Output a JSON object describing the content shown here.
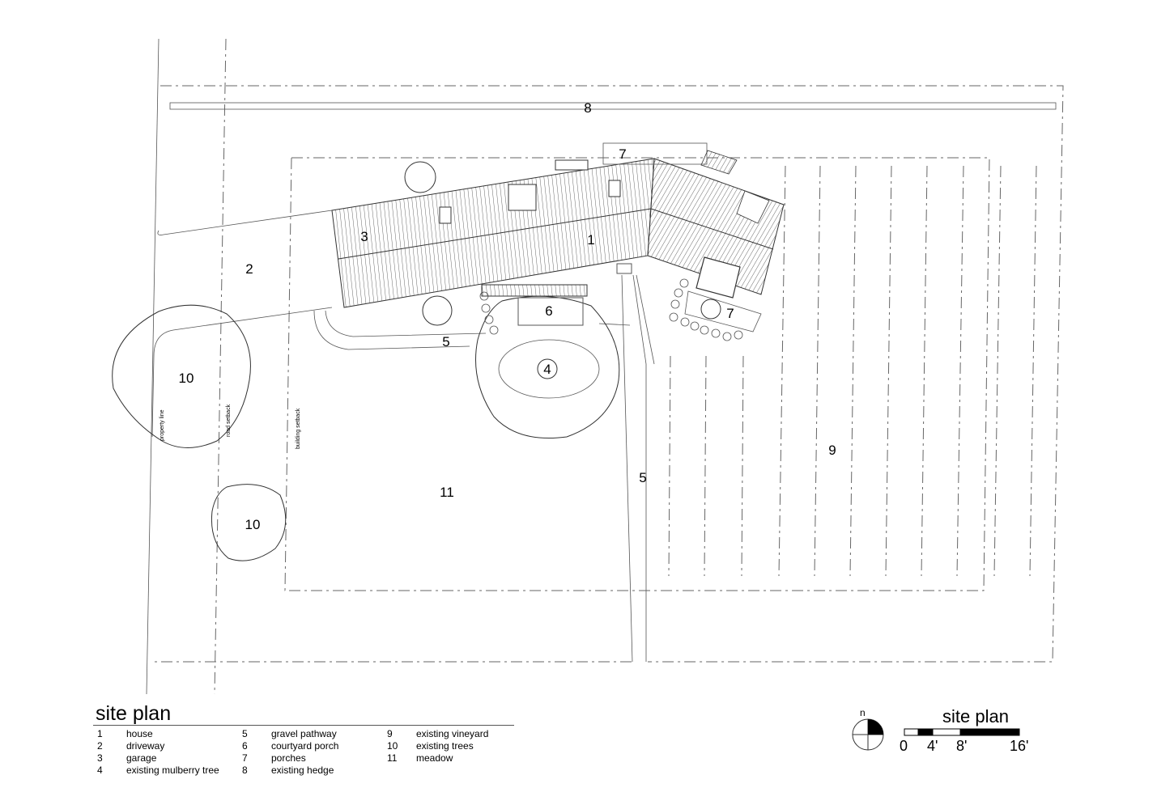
{
  "plan_labels": {
    "house": "1",
    "driveway": "2",
    "garage": "3",
    "mulberry_tree": "4",
    "pathway_a": "5",
    "pathway_b": "5",
    "courtyard_porch": "6",
    "porch_a": "7",
    "porch_b": "7",
    "hedge": "8",
    "vineyard": "9",
    "tree_a": "10",
    "tree_b": "10",
    "meadow": "11"
  },
  "line_labels": {
    "property_line": "property line",
    "road_setback": "road setback",
    "building_setback": "building setback"
  },
  "legend": {
    "title": "site plan",
    "items": [
      {
        "num": "1",
        "label": "house"
      },
      {
        "num": "2",
        "label": "driveway"
      },
      {
        "num": "3",
        "label": "garage"
      },
      {
        "num": "4",
        "label": "existing mulberry tree"
      },
      {
        "num": "5",
        "label": "gravel pathway"
      },
      {
        "num": "6",
        "label": "courtyard porch"
      },
      {
        "num": "7",
        "label": "porches"
      },
      {
        "num": "8",
        "label": "existing hedge"
      },
      {
        "num": "9",
        "label": "existing vineyard"
      },
      {
        "num": "10",
        "label": "existing trees"
      },
      {
        "num": "11",
        "label": "meadow"
      }
    ]
  },
  "north": {
    "label": "n"
  },
  "scale": {
    "title": "site plan",
    "ticks": [
      "0",
      "4'",
      "8'",
      "16'"
    ]
  }
}
